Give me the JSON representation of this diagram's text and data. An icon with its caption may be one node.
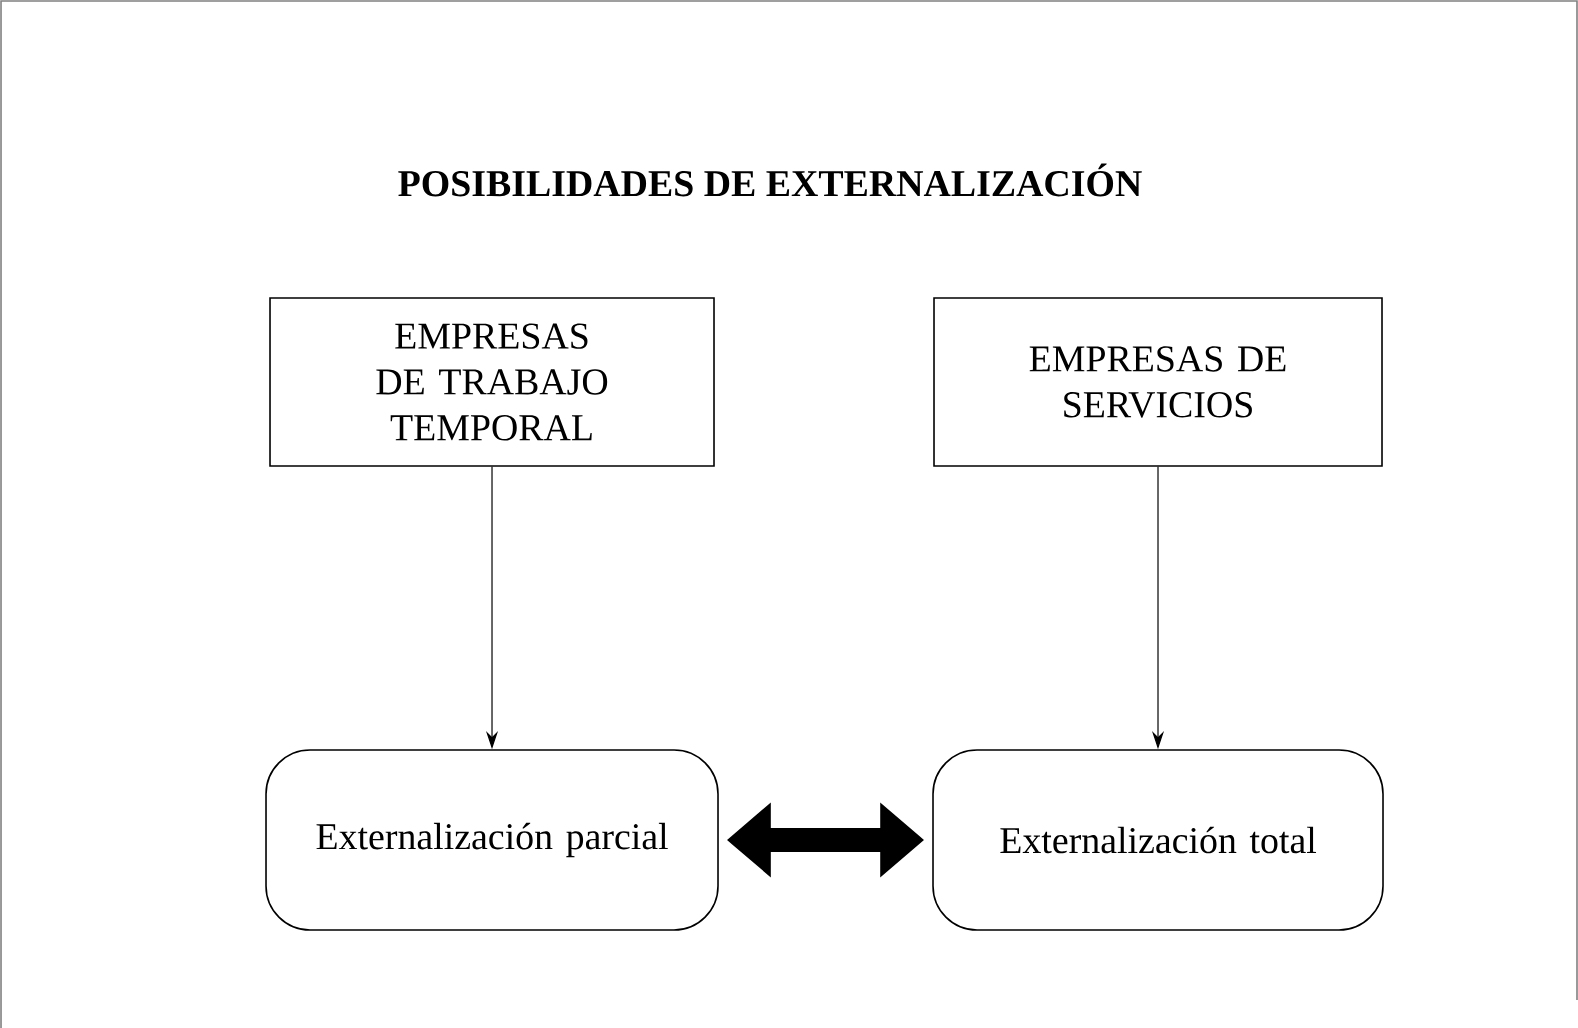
{
  "diagram": {
    "title": "POSIBILIDADES DE EXTERNALIZACIÓN",
    "nodes": [
      {
        "text": [
          "EMPRESAS DE TRABAJO TEMPORAL"
        ]
      },
      {
        "text": [
          "EMPRESAS DE SERVICIOS"
        ]
      },
      {
        "text": [
          "Externalización parcial"
        ]
      },
      {
        "text": [
          "Externalización total"
        ]
      }
    ],
    "edges": [
      {
        "from": 0,
        "to": 2,
        "arrow": "to"
      },
      {
        "from": 1,
        "to": 3,
        "arrow": "to"
      },
      {
        "from": 2,
        "to": 3,
        "arrow": "both",
        "style": "thick"
      }
    ]
  }
}
